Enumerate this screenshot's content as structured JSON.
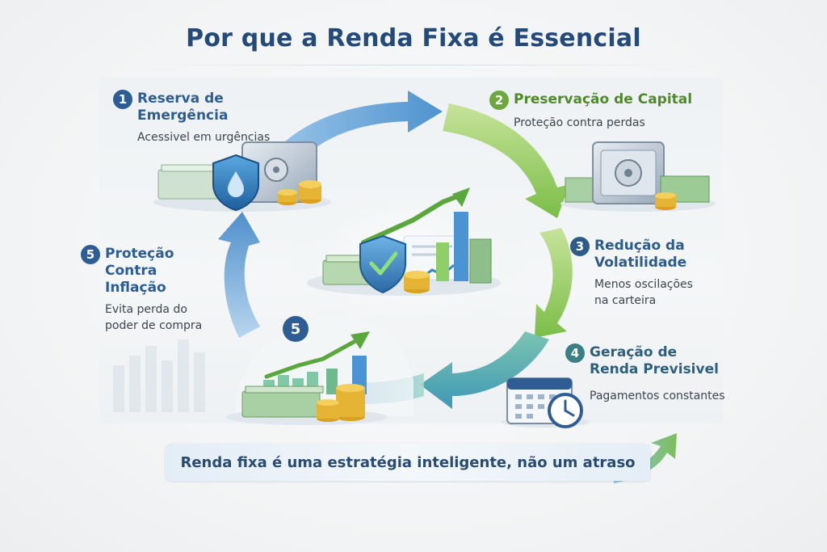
{
  "title": "Por que a Renda Fixa é Essencial",
  "items": [
    {
      "number": "1",
      "title": "Reserva de Emergência",
      "desc": "Acessivel em urgências"
    },
    {
      "number": "2",
      "title": "Preservação de Capital",
      "desc": "Proteção contra perdas"
    },
    {
      "number": "3",
      "title": "Redução da Volatilidade",
      "desc": "Menos oscilações na carteira"
    },
    {
      "number": "4",
      "title": "Geração de Renda Previsivel",
      "desc": "Pagamentos constantes"
    },
    {
      "number": "5",
      "title": "Proteção Contra Inflação",
      "desc": "Evita perda do poder de compra"
    }
  ],
  "bottom_badge": "5",
  "banner": "Renda fixa é uma estratégia inteligente, não um atraso",
  "colors": {
    "blue": "#2d5d93",
    "green": "#6da83e",
    "teal": "#3b7f86",
    "arrow_blue": "#5d9dd2",
    "arrow_green": "#94c85a",
    "arrow_teal": "#55b0a8"
  },
  "icons": {
    "center": "shield-check-chart-icon",
    "item1": "vault-shield-cash-icon",
    "item2": "safe-cash-icon",
    "item4": "calendar-clock-icon",
    "item5": "cash-coins-growth-icon"
  }
}
